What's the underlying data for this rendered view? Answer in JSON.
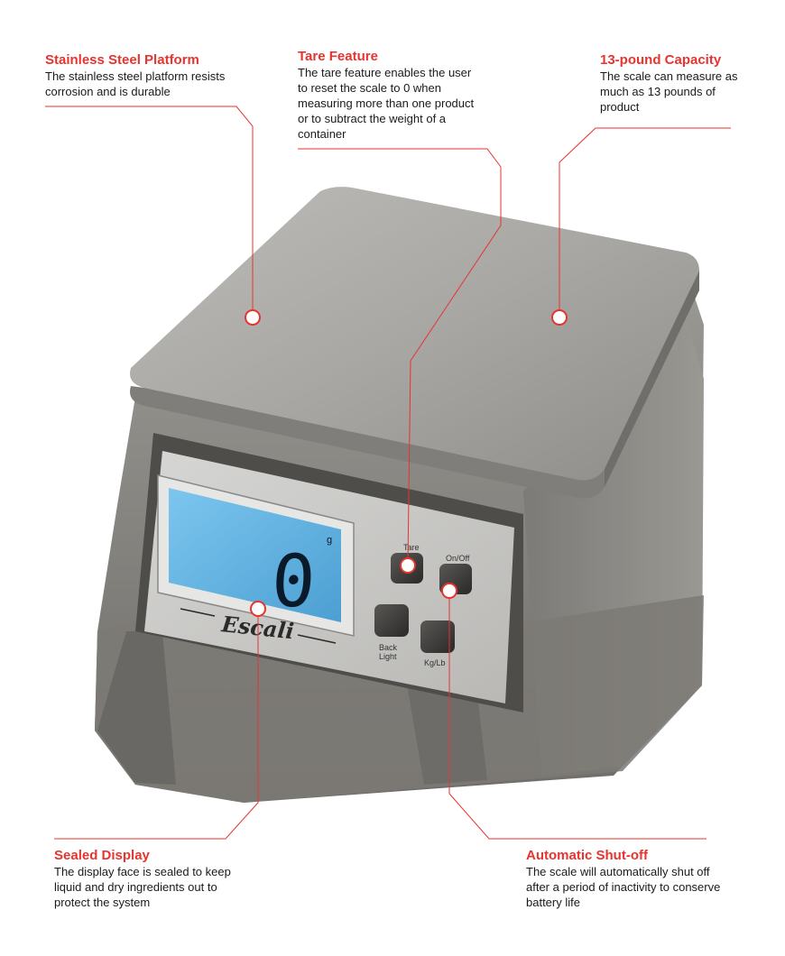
{
  "callouts": {
    "platform": {
      "title": "Stainless Steel Platform",
      "desc": "The stainless steel platform resists corrosion and is durable"
    },
    "tare": {
      "title": "Tare Feature",
      "desc": "The tare feature enables the user to reset the scale to 0 when measuring more than one product or to subtract the weight of a container"
    },
    "capacity": {
      "title": "13-pound Capacity",
      "desc": "The scale can measure as much as 13 pounds of product"
    },
    "display": {
      "title": "Sealed Display",
      "desc": "The display face is sealed to keep liquid and dry ingredients out to protect the system"
    },
    "shutoff": {
      "title": "Automatic Shut-off",
      "desc": "The scale will automatically shut off after a period of inactivity to conserve battery life"
    }
  },
  "scale": {
    "brand": "Escali",
    "reading": "0",
    "unit": "g",
    "buttons": {
      "tare": "Tare",
      "onoff": "On/Off",
      "back1": "Back",
      "back2": "Light",
      "kglb": "Kg/Lb"
    }
  },
  "colors": {
    "accent": "#e8332e",
    "lcd": "#5fb3e3",
    "body": "#8a8884",
    "platform": "#a9a9a6"
  }
}
